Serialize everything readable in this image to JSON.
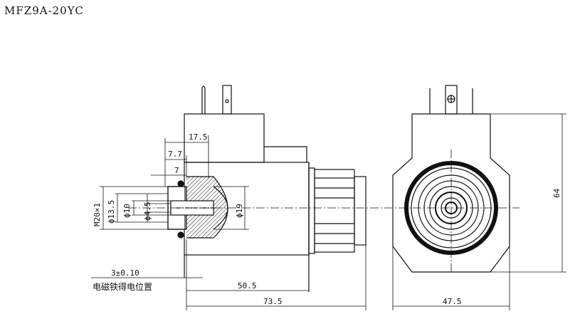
{
  "title": "MFZ9A-20YC",
  "dimensions": {
    "d17_5": "17.5",
    "d7_7": "7.7",
    "d7": "7",
    "thread": "M20×1",
    "phi13_5": "ϕ13.5",
    "phi10": "ϕ10",
    "phi4_5": "ϕ4.5",
    "phi19": "ϕ19",
    "tol": "3±0.10",
    "d50_5": "50.5",
    "d73_5": "73.5",
    "d47_5": "47.5",
    "d64": "64"
  },
  "note": "电磁铁得电位置"
}
